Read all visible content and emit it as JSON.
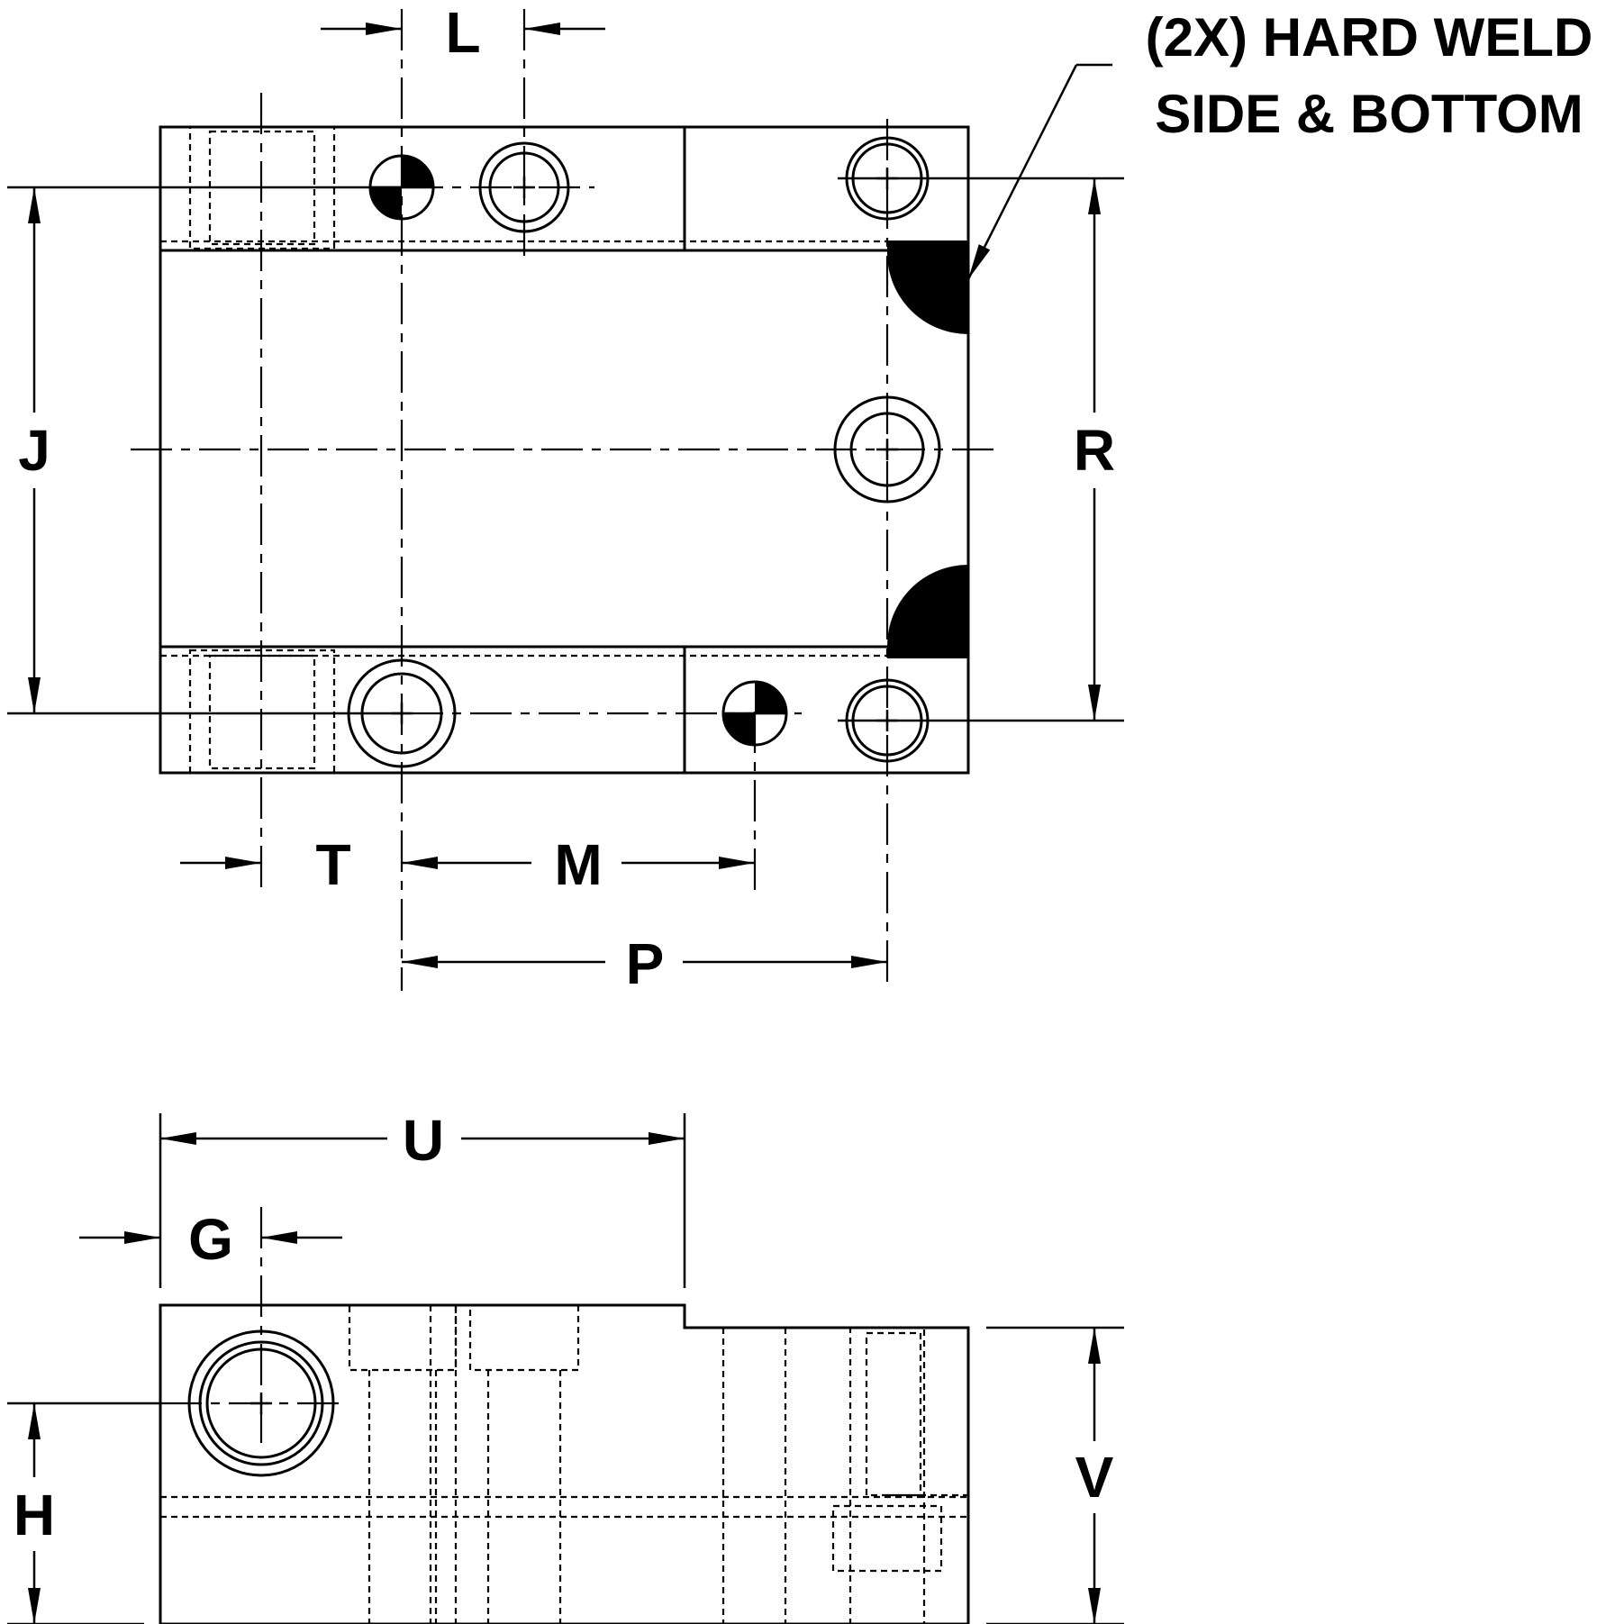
{
  "dimensions": {
    "L": "L",
    "J": "J",
    "R": "R",
    "T": "T",
    "M": "M",
    "P": "P",
    "U": "U",
    "G": "G",
    "H": "H",
    "V": "V"
  },
  "note": {
    "line1": "(2X) HARD WELD",
    "line2": "SIDE & BOTTOM"
  }
}
